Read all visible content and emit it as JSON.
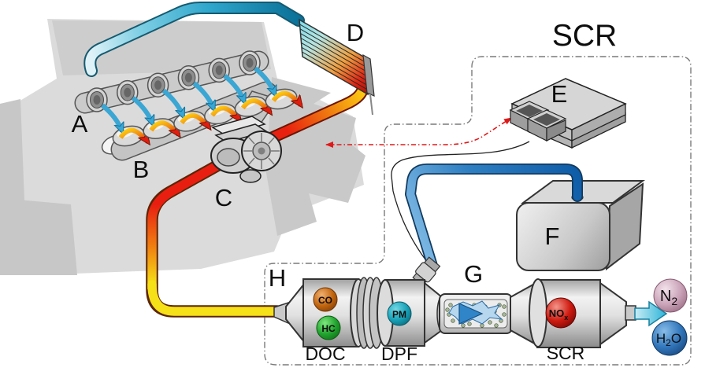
{
  "diagram": {
    "title": "SCR",
    "component_labels": {
      "intake_manifold": "A",
      "exhaust_manifold": "B",
      "turbocharger": "C",
      "intercooler": "D",
      "ecu": "E",
      "def_tank": "F",
      "injector": "G",
      "aftertreatment_inlet": "H"
    },
    "canisters": {
      "doc": "DOC",
      "dpf": "DPF",
      "scr": "SCR"
    },
    "molecules": {
      "co": {
        "label": "CO",
        "color": "#c2660f"
      },
      "hc": {
        "label": "HC",
        "color": "#22a32f"
      },
      "pm": {
        "label": "PM",
        "color": "#18a2b8"
      },
      "nox": {
        "main": "NO",
        "sub": "x",
        "color": "#cf1b10"
      },
      "n2": {
        "main": "N",
        "sub": "2",
        "color": "#cba4ba"
      },
      "h2o": {
        "main": "H",
        "sub": "2",
        "tail": "O",
        "color": "#3277bc"
      }
    },
    "colors": {
      "exhaust_hot": "#e81e10",
      "exhaust_warm": "#f08a10",
      "exhaust_cool": "#f6e017",
      "intake_air": "#2fa6cc",
      "urea_line": "#1668b2",
      "signal_line": "#e01818",
      "boundary_dash": "#7a7a7a",
      "engine_silhouette": "#dbdbdb"
    }
  }
}
